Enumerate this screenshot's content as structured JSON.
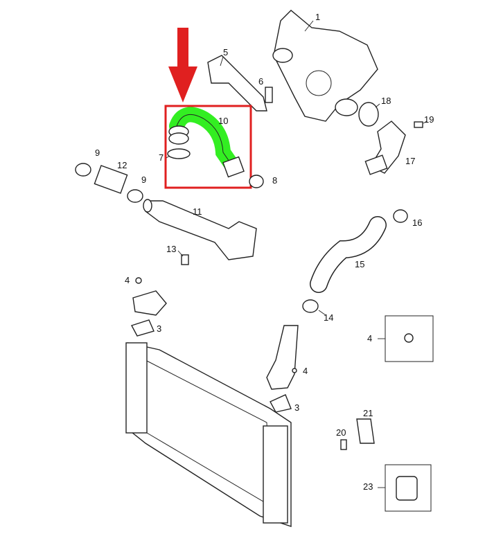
{
  "diagram": {
    "highlight_color": "#e02020",
    "hose_color": "#33ee22",
    "callouts": [
      "1",
      "5",
      "6",
      "18",
      "19",
      "17",
      "10",
      "7",
      "8",
      "9",
      "12",
      "9",
      "11",
      "13",
      "16",
      "15",
      "14",
      "4",
      "3",
      "4",
      "4",
      "3",
      "21",
      "20",
      "23"
    ]
  }
}
